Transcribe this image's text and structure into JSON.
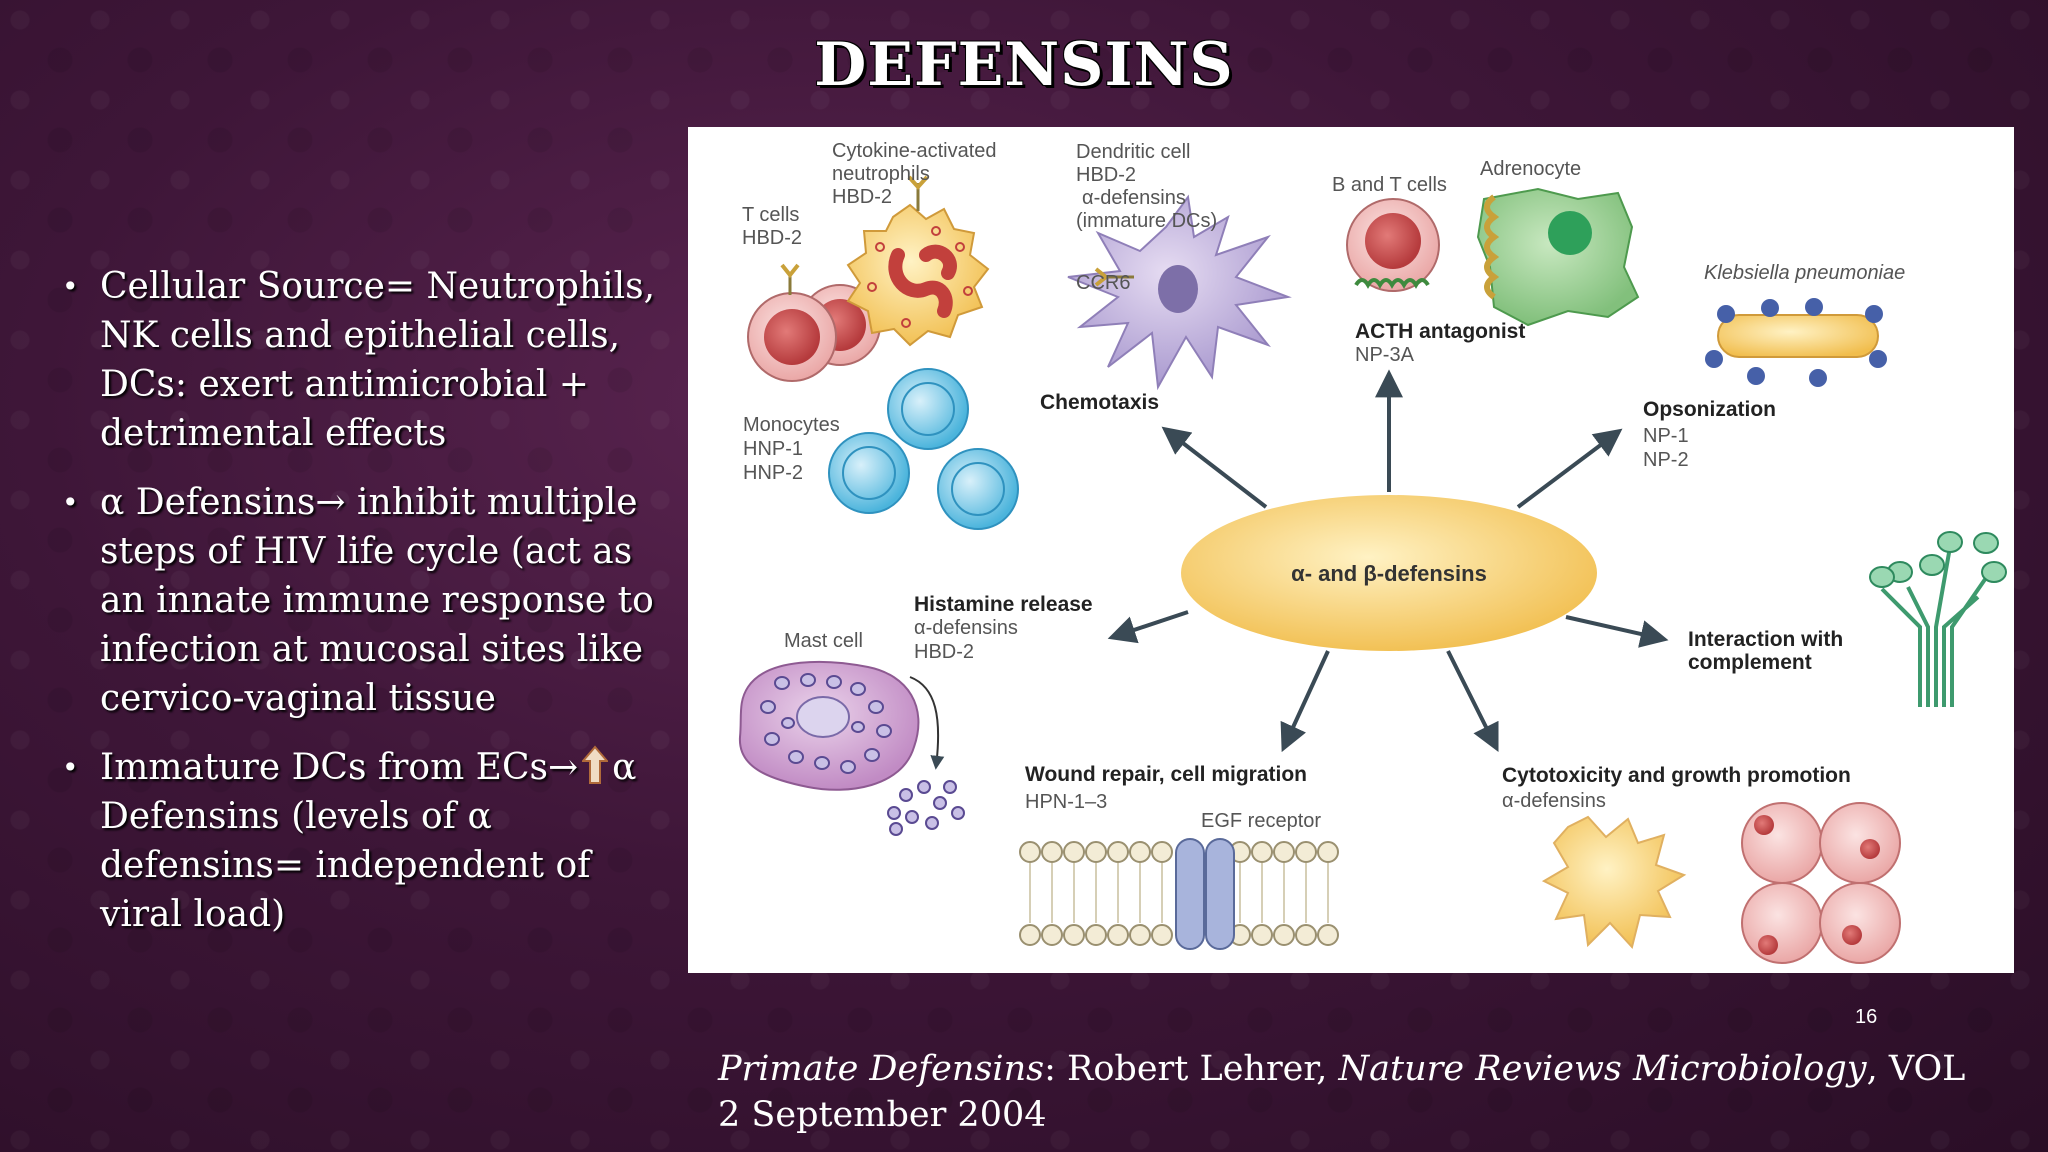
{
  "title": "DEFENSINS",
  "bullets": [
    {
      "text": "Cellular Source= Neutrophils, NK cells and epithelial cells, DCs: exert antimicrobial + detrimental effects"
    },
    {
      "text": "α Defensins→ inhibit multiple steps of HIV life cycle (act as an innate immune response to infection at mucosal sites like cervico-vaginal tissue"
    },
    {
      "text_before": "Immature DCs from ECs→",
      "arrow_icon": "up-arrow-icon",
      "text_after": "α Defensins (levels of α defensins= independent of viral load)"
    }
  ],
  "diagram": {
    "center": "α- and β-defensins",
    "t_cells": [
      "T cells",
      "HBD-2"
    ],
    "neutrophils": [
      "Cytokine-activated",
      "neutrophils",
      "HBD-2"
    ],
    "dendritic": [
      "Dendritic cell",
      "HBD-2",
      "α-defensins",
      "(immature DCs)"
    ],
    "ccr6": "CCR6",
    "b_t_cells": "B and T cells",
    "adrenocyte": "Adrenocyte",
    "acth_title": "ACTH antagonist",
    "acth_sub": "NP-3A",
    "klebsiella": "Klebsiella pneumoniae",
    "monocytes": [
      "Monocytes",
      "HNP-1",
      "HNP-2"
    ],
    "chemotaxis": "Chemotaxis",
    "opsonization_title": "Opsonization",
    "opsonization_sub": [
      "NP-1",
      "NP-2"
    ],
    "histamine_title": "Histamine release",
    "histamine_sub": [
      "α-defensins",
      "HBD-2"
    ],
    "mast_cell": "Mast cell",
    "complement": [
      "Interaction with",
      "complement"
    ],
    "wound_title": "Wound repair, cell migration",
    "wound_sub": "HPN-1–3",
    "egf": "EGF receptor",
    "cytotox_title": "Cytotoxicity and growth promotion",
    "cytotox_sub": "α-defensins"
  },
  "page_number": "16",
  "citation": {
    "part1": "Primate Defensins",
    "part2": ": Robert Lehrer, ",
    "part3": "Nature Reviews Microbiology",
    "part4": ", VOL 2 September 2004"
  },
  "colors": {
    "background": "#3e1638",
    "center_ellipse": "#f6c65a",
    "arrow": "#3a4a55"
  }
}
